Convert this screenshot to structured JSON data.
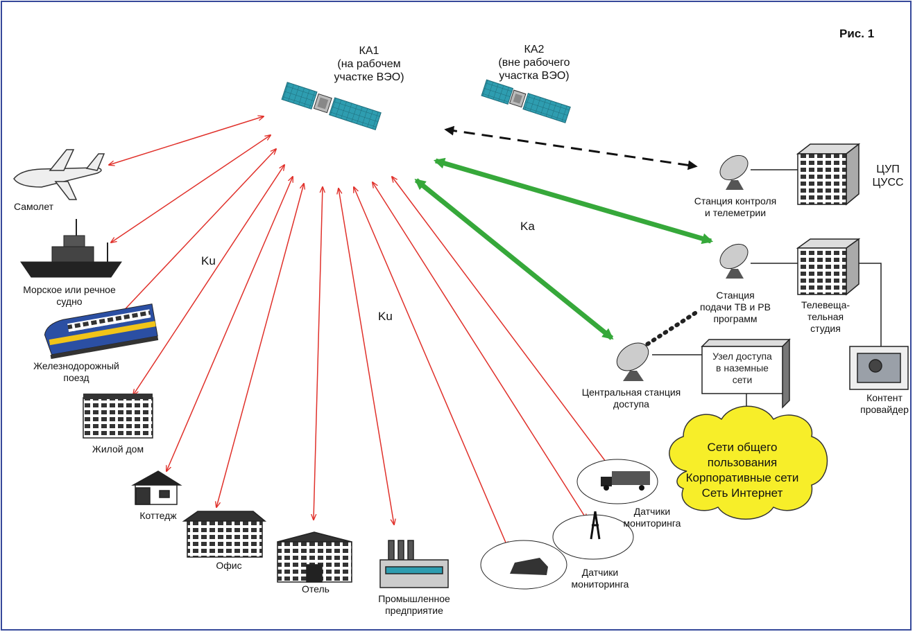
{
  "figure_label": "Рис. 1",
  "satellites": {
    "ka1": "КА1\n(на рабочем\nучастке ВЭО)",
    "ka2": "КА2\n(вне рабочего\nучастка ВЭО)"
  },
  "bands": {
    "ku_left": "Ku",
    "ku_center": "Ku",
    "ka": "Ka"
  },
  "user_terminals": {
    "plane": "Самолет",
    "ship": "Морское или речное\nсудно",
    "train": "Железнодорожный\nпоезд",
    "apartment": "Жилой дом",
    "cottage": "Коттедж",
    "office": "Офис",
    "hotel": "Отель",
    "factory": "Промышленное\nпредприятие",
    "sensors_1": "Датчики\nмониторинга",
    "sensors_2": "Датчики\nмониторинга"
  },
  "ground_segment": {
    "telemetry_station": "Станция контроля\nи телеметрии",
    "control_center": "ЦУП\nЦУСС",
    "uplink_station": "Станция\nподачи ТВ и РВ\nпрограмм",
    "tv_studio": "Телевеща-\nтельная\nстудия",
    "central_station": "Центральная станция\nдоступа",
    "access_node": "Узел доступа\nв наземные\nсети",
    "content_provider": "Контент\nпровайдер",
    "networks": "Сети общего\nпользования\nКорпоративные сети\nСеть Интернет"
  },
  "colors": {
    "frame": "#35489a",
    "ku_link": "#e0302a",
    "ka_link": "#36a83a",
    "ttc_link": "#111111",
    "cloud": "#f7ee29",
    "solar_panel": "#2e9db0"
  }
}
